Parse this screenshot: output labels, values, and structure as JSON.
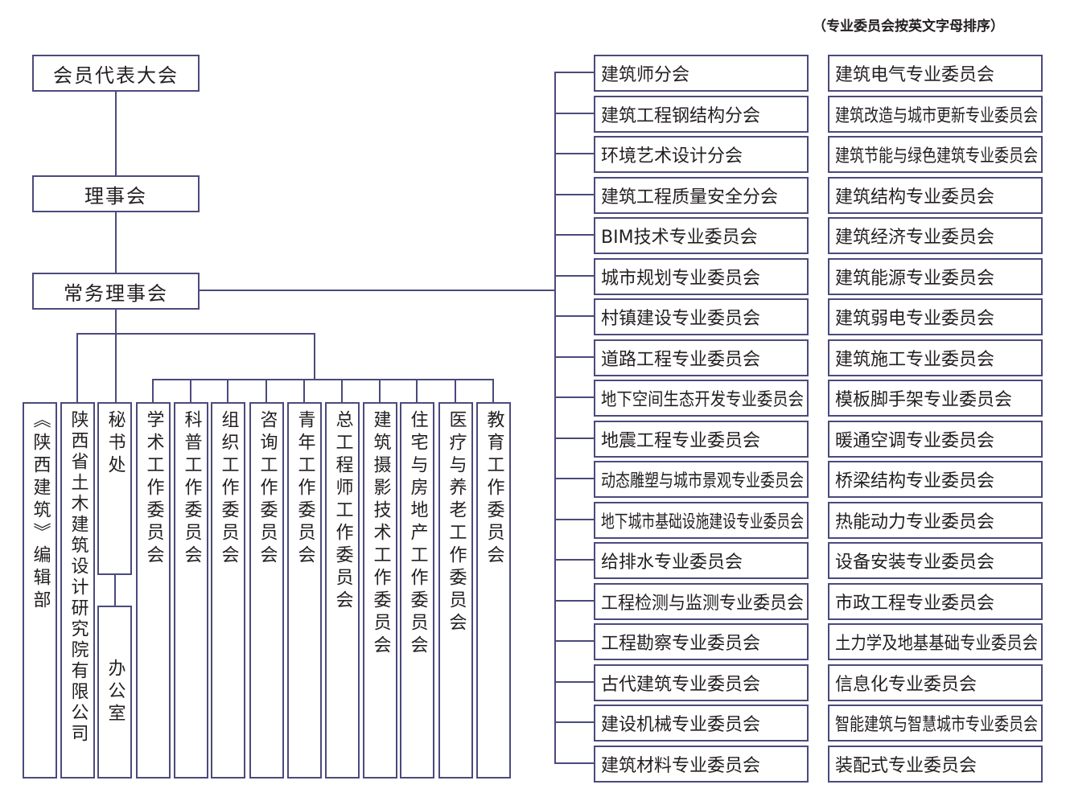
{
  "note": "（专业委员会按英文字母排序）",
  "hierarchy": {
    "general_assembly": "会员代表大会",
    "council": "理事会",
    "standing_council": "常务理事会"
  },
  "bottom_units": [
    "《陕西建筑》编辑部",
    "陕西省土木建筑设计研究院有限公司",
    "秘书处",
    "办公室"
  ],
  "working_committees": [
    "学术工作委员会",
    "科普工作委员会",
    "组织工作委员会",
    "咨询工作委员会",
    "青年工作委员会",
    "总工程师工作委员会",
    "建筑摄影技术工作委员会",
    "住宅与房地产工作委员会",
    "医疗与养老工作委员会",
    "教育工作委员会"
  ],
  "branches_col1": [
    "建筑师分会",
    "建筑工程钢结构分会",
    "环境艺术设计分会",
    "建筑工程质量安全分会",
    "BIM技术专业委员会",
    "城市规划专业委员会",
    "村镇建设专业委员会",
    "道路工程专业委员会",
    "地下空间生态开发专业委员会",
    "地震工程专业委员会",
    "动态雕塑与城市景观专业委员会",
    "地下城市基础设施建设专业委员会",
    "给排水专业委员会",
    "工程检测与监测专业委员会",
    "工程勘察专业委员会",
    "古代建筑专业委员会",
    "建设机械专业委员会",
    "建筑材料专业委员会"
  ],
  "branches_col2": [
    "建筑电气专业委员会",
    "建筑改造与城市更新专业委员会",
    "建筑节能与绿色建筑专业委员会",
    "建筑结构专业委员会",
    "建筑经济专业委员会",
    "建筑能源专业委员会",
    "建筑弱电专业委员会",
    "建筑施工专业委员会",
    "模板脚手架专业委员会",
    "暖通空调专业委员会",
    "桥梁结构专业委员会",
    "热能动力专业委员会",
    "设备安装专业委员会",
    "市政工程专业委员会",
    "土力学及地基基础专业委员会",
    "信息化专业委员会",
    "智能建筑与智慧城市专业委员会",
    "装配式专业委员会"
  ],
  "colors": {
    "line": "#4b4a7c",
    "text": "#231f20"
  }
}
